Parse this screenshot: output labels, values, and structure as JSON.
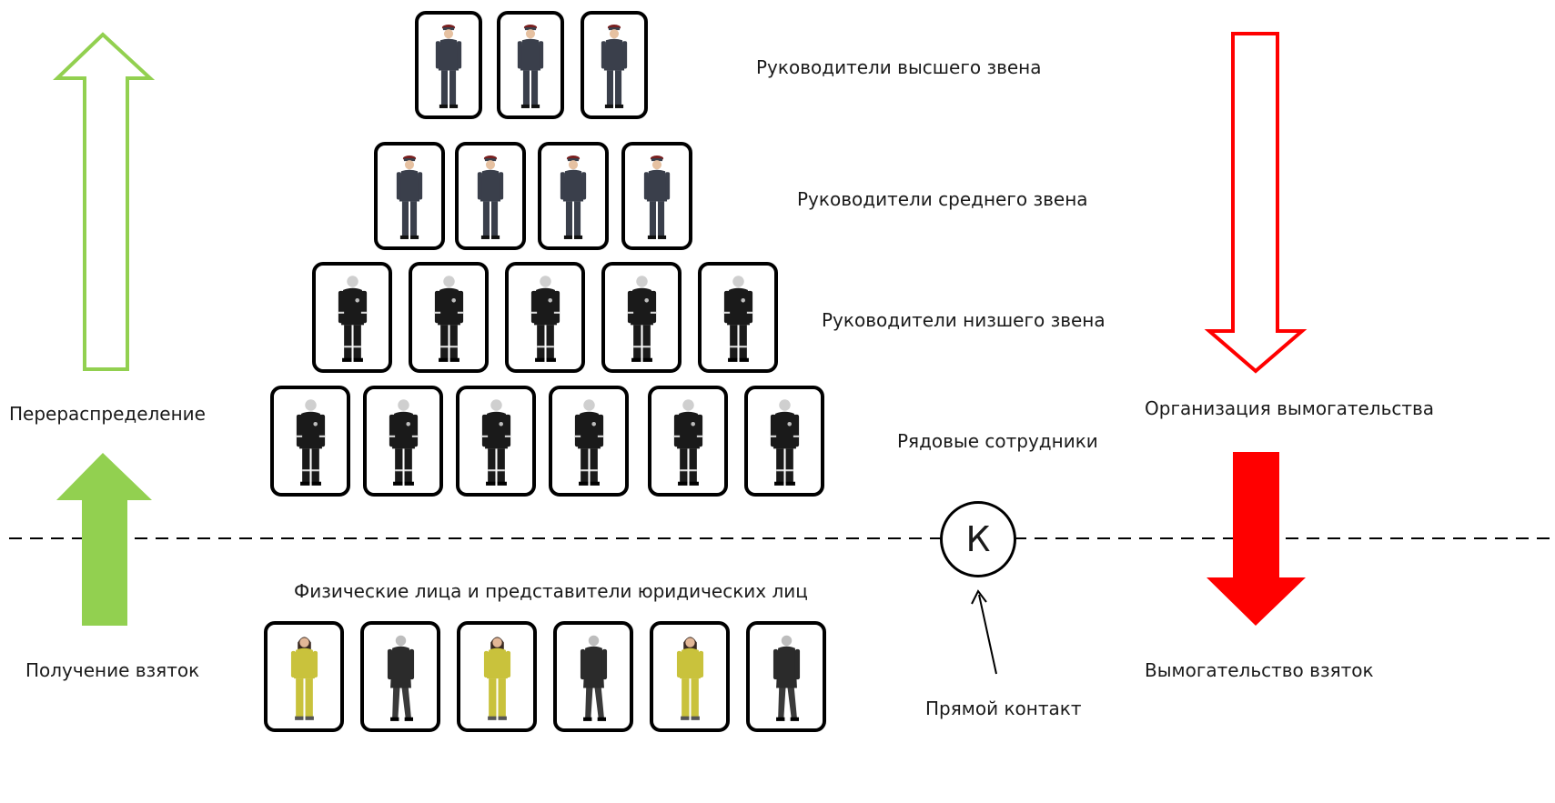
{
  "levels": {
    "top": "Руководители высшего звена",
    "middle": "Руководители среднего звена",
    "lower": "Руководители низшего звена",
    "rank": "Рядовые сотрудники"
  },
  "public_label": "Физические лица и представители юридических лиц",
  "left": {
    "redistribution": "Перераспределение",
    "bribes_received": "Получение взяток"
  },
  "right": {
    "organization": "Организация вымогательства",
    "extortion": "Вымогательство взяток"
  },
  "contact": {
    "letter": "К",
    "label": "Прямой контакт"
  },
  "colors": {
    "green": "#92d050",
    "red": "#ff0000",
    "officer_uniform": "#3a3f4b",
    "cap": "#7a1f1f",
    "patrol_uniform": "#1a1a1a",
    "civilian_yellow": "#c9c23c",
    "civilian_dark": "#2b2b2b"
  },
  "icons": {
    "senior": "officer-uniform-icon",
    "middle": "officer-uniform-icon",
    "lower": "patrol-officer-icon",
    "rank": "patrol-officer-icon",
    "public": [
      "civilian-woman-icon",
      "civilian-man-icon",
      "civilian-woman-icon",
      "civilian-man-icon",
      "civilian-woman-icon",
      "civilian-man-icon"
    ]
  }
}
